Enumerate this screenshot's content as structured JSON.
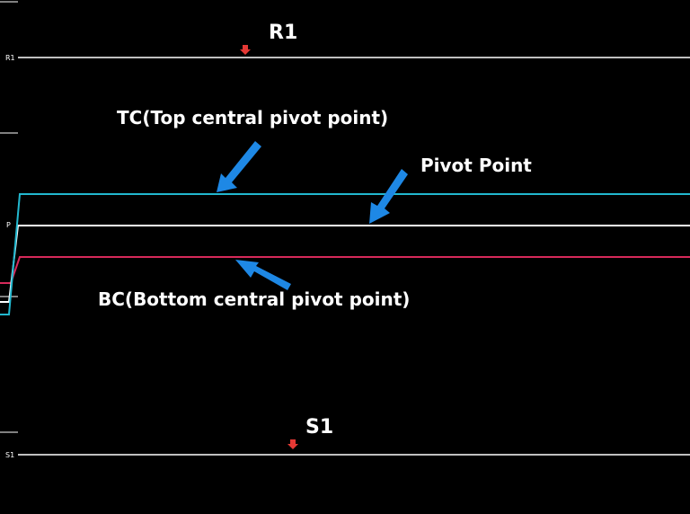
{
  "chart_data": {
    "type": "line",
    "title": "",
    "xlabel": "",
    "ylabel": "",
    "grid": false,
    "y_tick_labels": [
      "R1",
      "P",
      "S1"
    ],
    "series": [
      {
        "name": "R1",
        "color": "#ffffff"
      },
      {
        "name": "TC",
        "color": "#22b8cf"
      },
      {
        "name": "Pivot Point",
        "color": "#ffffff"
      },
      {
        "name": "BC",
        "color": "#d6295a"
      },
      {
        "name": "S1",
        "color": "#ffffff"
      }
    ],
    "annotations": {
      "r1": "R1",
      "tc": "TC(Top central pivot point)",
      "pivot": "Pivot Point",
      "bc": "BC(Bottom central pivot point)",
      "s1": "S1"
    }
  },
  "colors": {
    "background": "#000000",
    "arrow_blue": "#1e88e5",
    "marker_red": "#e53935"
  }
}
